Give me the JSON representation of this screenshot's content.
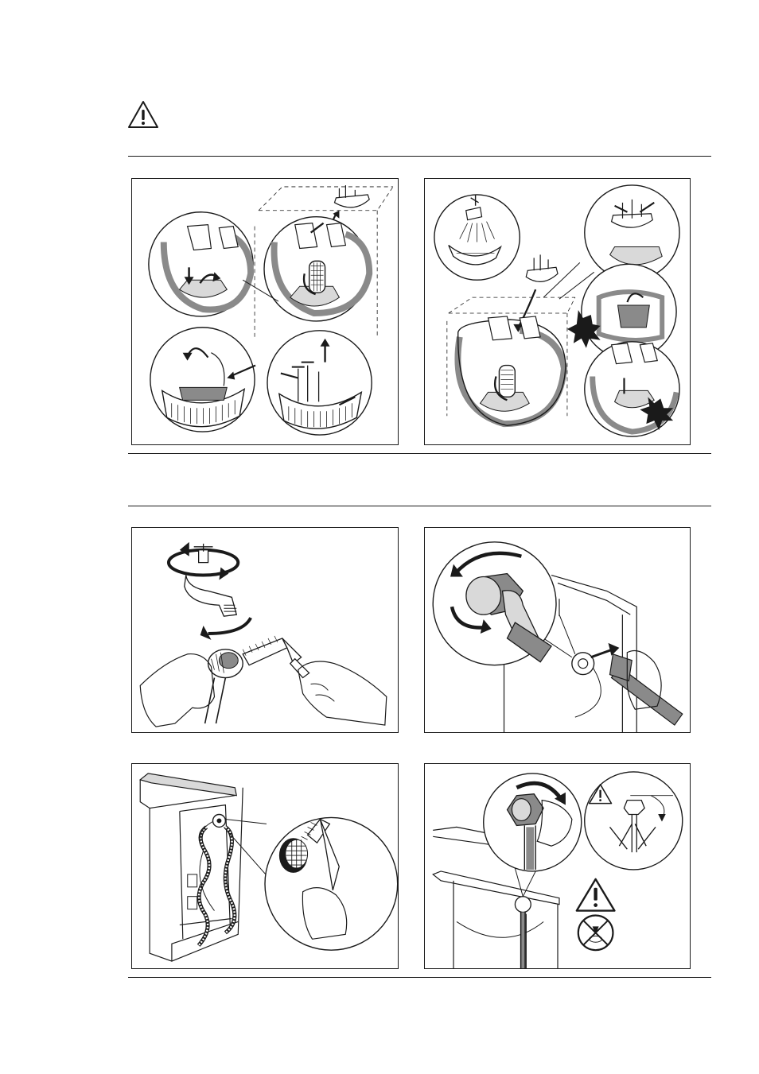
{
  "page": {
    "header_icon": "warning-triangle-icon"
  },
  "figures": [
    {
      "id": "pump-filter-removal",
      "icons": [
        "arrow-down-icon",
        "arrow-curve-icon",
        "arrow-up-icon",
        "filter-basket-icon"
      ]
    },
    {
      "id": "pump-filter-rinse-refit",
      "icons": [
        "tap-shower-icon",
        "filter-basket-icon",
        "click-burst-icon",
        "arrow-down-icon"
      ]
    },
    {
      "id": "tap-filter-clean",
      "icons": [
        "rotate-arrow-icon",
        "brush-icon",
        "hose-connector-icon"
      ]
    },
    {
      "id": "hose-unscrew",
      "icons": [
        "rotate-arrow-icon",
        "hose-icon",
        "arrow-right-icon"
      ]
    },
    {
      "id": "valve-filter-brush",
      "icons": [
        "brush-icon",
        "valve-filter-icon"
      ]
    },
    {
      "id": "hose-reconnect",
      "icons": [
        "rotate-arrow-icon",
        "warning-triangle-icon",
        "no-tool-icon",
        "angle-icon"
      ]
    }
  ],
  "colors": {
    "line": "#1a1a1a",
    "shade": "#8a8a8a",
    "light": "#d9d9d9"
  }
}
